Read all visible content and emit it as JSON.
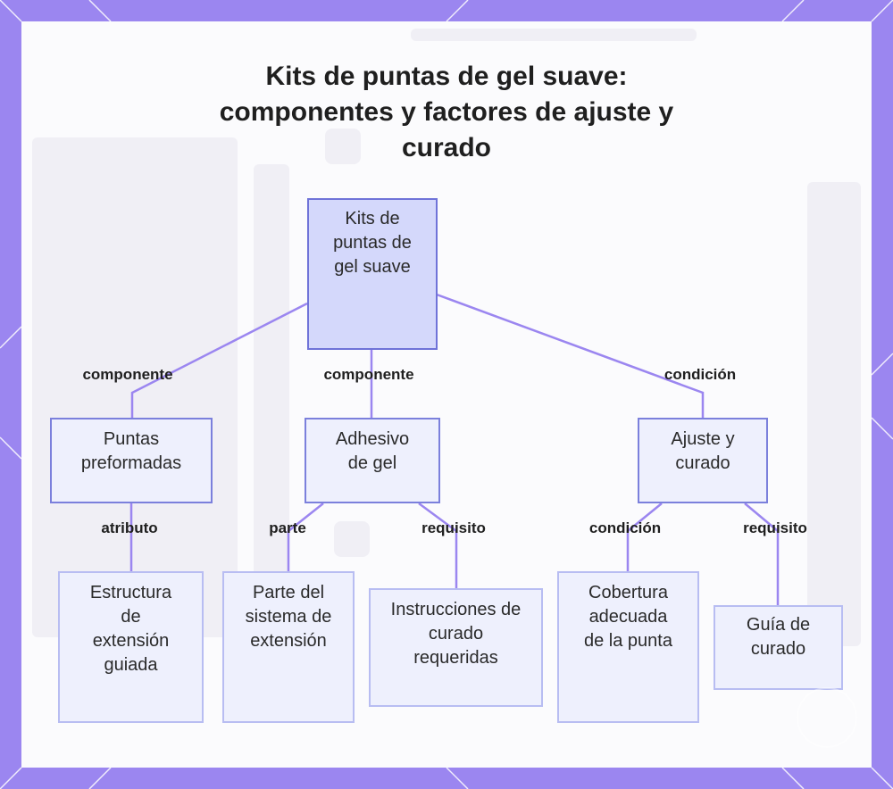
{
  "title": "Kits de puntas de gel suave: componentes y factores de ajuste y curado",
  "colors": {
    "frame": "#9b86f0",
    "node_fill": "#eef0fd",
    "root_fill": "#d4d8fb",
    "node_border": "#b8bdf2",
    "connector": "#9b86f0"
  },
  "nodes": {
    "root": "Kits de puntas de gel suave",
    "puntas": "Puntas preformadas",
    "adhesivo": "Adhesivo de gel",
    "ajuste": "Ajuste y curado",
    "estructura": "Estructura de extensión guiada",
    "parte_sistema": "Parte del sistema de extensión",
    "instrucciones": "Instrucciones de curado requeridas",
    "cobertura": "Cobertura adecuada de la punta",
    "guia": "Guía de curado"
  },
  "edges": {
    "root_puntas": "componente",
    "root_adhesivo": "componente",
    "root_ajuste": "condición",
    "puntas_estructura": "atributo",
    "adhesivo_parte": "parte",
    "adhesivo_instrucciones": "requisito",
    "ajuste_cobertura": "condición",
    "ajuste_guia": "requisito"
  }
}
